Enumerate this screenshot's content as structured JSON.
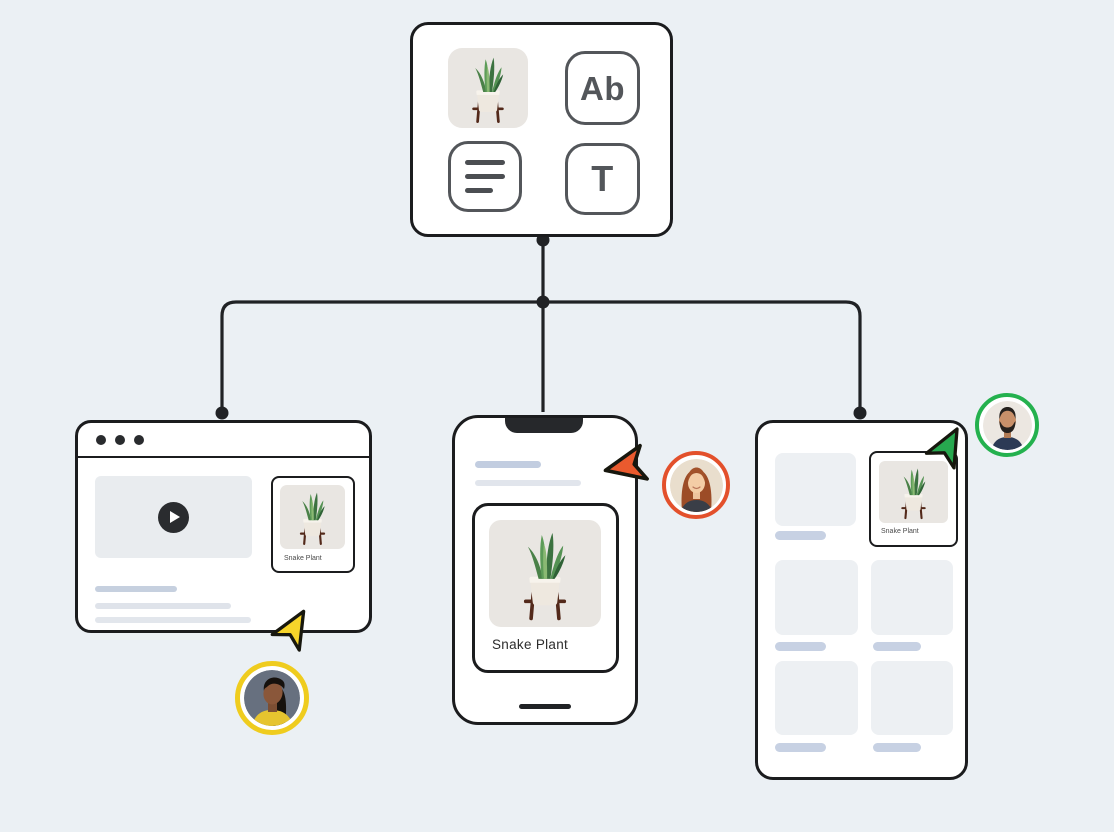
{
  "asset_library": {
    "text_style_label": "Ab",
    "typography_label": "T",
    "tiles": [
      "plant-image-asset",
      "text-style-asset",
      "text-block-asset",
      "typography-asset"
    ]
  },
  "browser": {
    "window_controls": 3,
    "caption": "Snake Plant"
  },
  "phone": {
    "caption": "Snake Plant"
  },
  "tablet": {
    "caption": "Snake Plant",
    "grid_placeholders": 5
  },
  "collaborators": [
    {
      "id": "yellow",
      "ring_color": "#efcc1e",
      "cursor_color": "#f6d42a"
    },
    {
      "id": "orange",
      "ring_color": "#e3502b",
      "cursor_color": "#ea5a2e"
    },
    {
      "id": "green",
      "ring_color": "#24b14e",
      "cursor_color": "#27a84f"
    }
  ],
  "colors": {
    "background": "#ebf0f4",
    "outline": "#1b1c1e",
    "icon_gray": "#53565a",
    "connector": "#202225",
    "placeholder_blue": "#c6d0e0",
    "placeholder_light": "#e1e5ec"
  }
}
